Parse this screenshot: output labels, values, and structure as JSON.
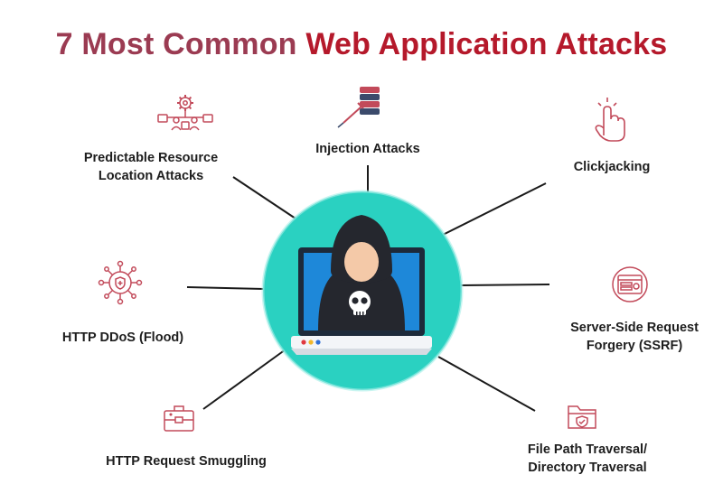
{
  "title": {
    "part1": "7 Most Common",
    "part2": "Web Application Attacks"
  },
  "colors": {
    "title_primary": "#9b3b52",
    "title_accent": "#b5192b",
    "circle": "#2ad1c1",
    "laptop_screen": "#1e88d9",
    "hoodie": "#25272e",
    "icon_stroke": "#c24a5a"
  },
  "attacks": [
    {
      "label_lines": [
        "Predictable Resource",
        "Location Attacks"
      ],
      "icon": "gear-network-icon"
    },
    {
      "label_lines": [
        "Injection Attacks"
      ],
      "icon": "database-syringe-icon"
    },
    {
      "label_lines": [
        "Clickjacking"
      ],
      "icon": "pointer-click-icon"
    },
    {
      "label_lines": [
        "HTTP DDoS (Flood)"
      ],
      "icon": "shield-network-icon"
    },
    {
      "label_lines": [
        "Server-Side Request",
        "Forgery (SSRF)"
      ],
      "icon": "server-window-icon"
    },
    {
      "label_lines": [
        "HTTP Request Smuggling"
      ],
      "icon": "briefcase-icon"
    },
    {
      "label_lines": [
        "File Path Traversal/",
        "Directory Traversal"
      ],
      "icon": "folder-shield-icon"
    }
  ],
  "center": {
    "icon": "hacker-laptop-icon"
  }
}
